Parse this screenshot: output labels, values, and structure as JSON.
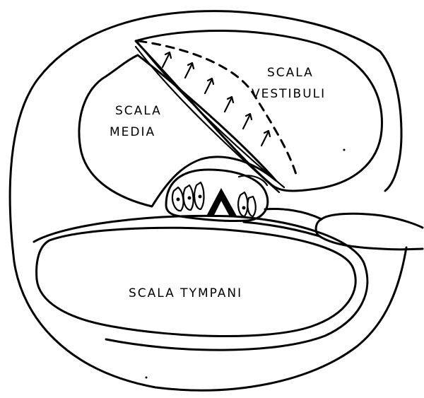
{
  "labels": {
    "scala_vestibuli_line1": "SCALA",
    "scala_vestibuli_line2": "VESTIBULI",
    "scala_media_line1": "SCALA",
    "scala_media_line2": "MEDIA",
    "scala_tympani": "SCALA TYMPANI"
  },
  "colors": {
    "ink": "#000000",
    "paper": "#ffffff"
  }
}
